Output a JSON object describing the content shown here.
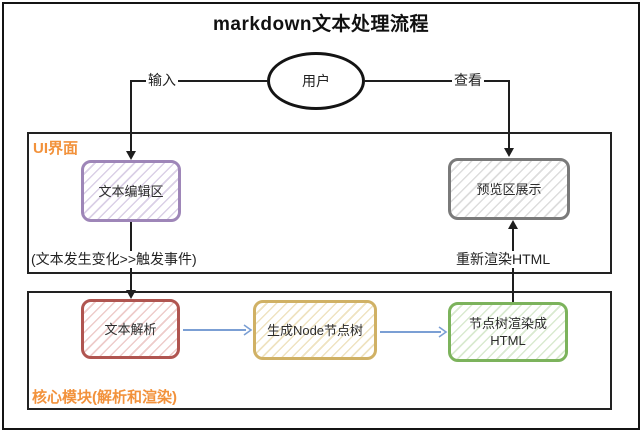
{
  "title": "markdown文本处理流程",
  "diagram": {
    "user_node": "用户",
    "edge_input_label": "输入",
    "edge_view_label": "查看",
    "ui_group": {
      "label": "UI界面",
      "editor_node": "文本编辑区",
      "preview_node": "预览区展示"
    },
    "event_note": "(文本发生变化>>触发事件)",
    "rerender_note": "重新渲染HTML",
    "core_group": {
      "label": "核心模块(解析和渲染)",
      "parse_node": "文本解析",
      "node_tree_node": "生成Node节点树",
      "render_node": "节点树渲染成HTML"
    },
    "colors": {
      "group_label_orange": "#f2923c",
      "editor_border_purple": "#9e86b8",
      "preview_border_gray": "#7a7a7a",
      "parse_border_red": "#b05550",
      "tree_border_yellow": "#d0b165",
      "render_border_green": "#7cb35c",
      "flow_arrow_blue": "#7b9fd4",
      "outline_black": "#1e1e1e"
    }
  }
}
